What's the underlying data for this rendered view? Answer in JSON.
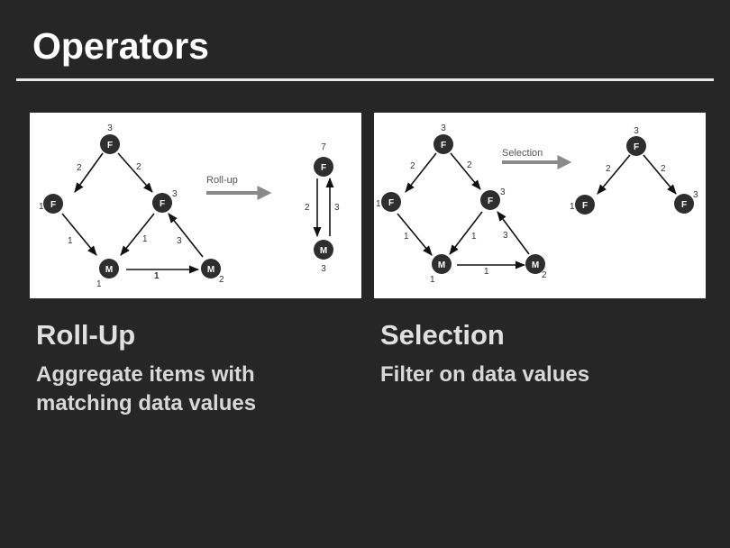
{
  "slide": {
    "title": "Operators"
  },
  "columns": [
    {
      "heading": "Roll-Up",
      "description_line1": "Aggregate items with",
      "description_line2": "matching data values"
    },
    {
      "heading": "Selection",
      "description_line1": "Filter on data values",
      "description_line2": ""
    }
  ],
  "diagrams": {
    "rollup": {
      "operator_label": "Roll-up",
      "before": {
        "nodes": [
          {
            "id": "f_top",
            "label": "F",
            "count": "3"
          },
          {
            "id": "f_left",
            "label": "F",
            "count": "1"
          },
          {
            "id": "f_right",
            "label": "F",
            "count": "3"
          },
          {
            "id": "m_left",
            "label": "M",
            "count": "1"
          },
          {
            "id": "m_right",
            "label": "M",
            "count": "2"
          }
        ],
        "edges": [
          {
            "from": "f_top",
            "to": "f_left",
            "weight": "2"
          },
          {
            "from": "f_top",
            "to": "f_right",
            "weight": "2"
          },
          {
            "from": "f_left",
            "to": "m_left",
            "weight": "1"
          },
          {
            "from": "f_right",
            "to": "m_left",
            "weight": "1"
          },
          {
            "from": "m_right",
            "to": "f_right",
            "weight": "3"
          },
          {
            "from": "m_left",
            "to": "m_right",
            "weight": "1"
          }
        ]
      },
      "after": {
        "nodes": [
          {
            "id": "f",
            "label": "F",
            "count": "7"
          },
          {
            "id": "m",
            "label": "M",
            "count": "3"
          }
        ],
        "edges": [
          {
            "from": "f",
            "to": "m",
            "weight": "2"
          },
          {
            "from": "m",
            "to": "f",
            "weight": "3"
          }
        ]
      }
    },
    "selection": {
      "operator_label": "Selection",
      "before": {
        "nodes": [
          {
            "id": "f_top",
            "label": "F",
            "count": "3"
          },
          {
            "id": "f_left",
            "label": "F",
            "count": "1"
          },
          {
            "id": "f_right",
            "label": "F",
            "count": "3"
          },
          {
            "id": "m_left",
            "label": "M",
            "count": "1"
          },
          {
            "id": "m_right",
            "label": "M",
            "count": "2"
          }
        ],
        "edges": [
          {
            "from": "f_top",
            "to": "f_left",
            "weight": "2"
          },
          {
            "from": "f_top",
            "to": "f_right",
            "weight": "2"
          },
          {
            "from": "f_left",
            "to": "m_left",
            "weight": "1"
          },
          {
            "from": "f_right",
            "to": "m_left",
            "weight": "1"
          },
          {
            "from": "m_right",
            "to": "f_right",
            "weight": "3"
          },
          {
            "from": "m_left",
            "to": "m_right",
            "weight": "1"
          }
        ]
      },
      "after": {
        "nodes": [
          {
            "id": "f_top",
            "label": "F",
            "count": "3"
          },
          {
            "id": "f_left",
            "label": "F",
            "count": "1"
          },
          {
            "id": "f_right",
            "label": "F",
            "count": "3"
          }
        ],
        "edges": [
          {
            "from": "f_top",
            "to": "f_left",
            "weight": "2"
          },
          {
            "from": "f_top",
            "to": "f_right",
            "weight": "2"
          }
        ]
      }
    }
  }
}
